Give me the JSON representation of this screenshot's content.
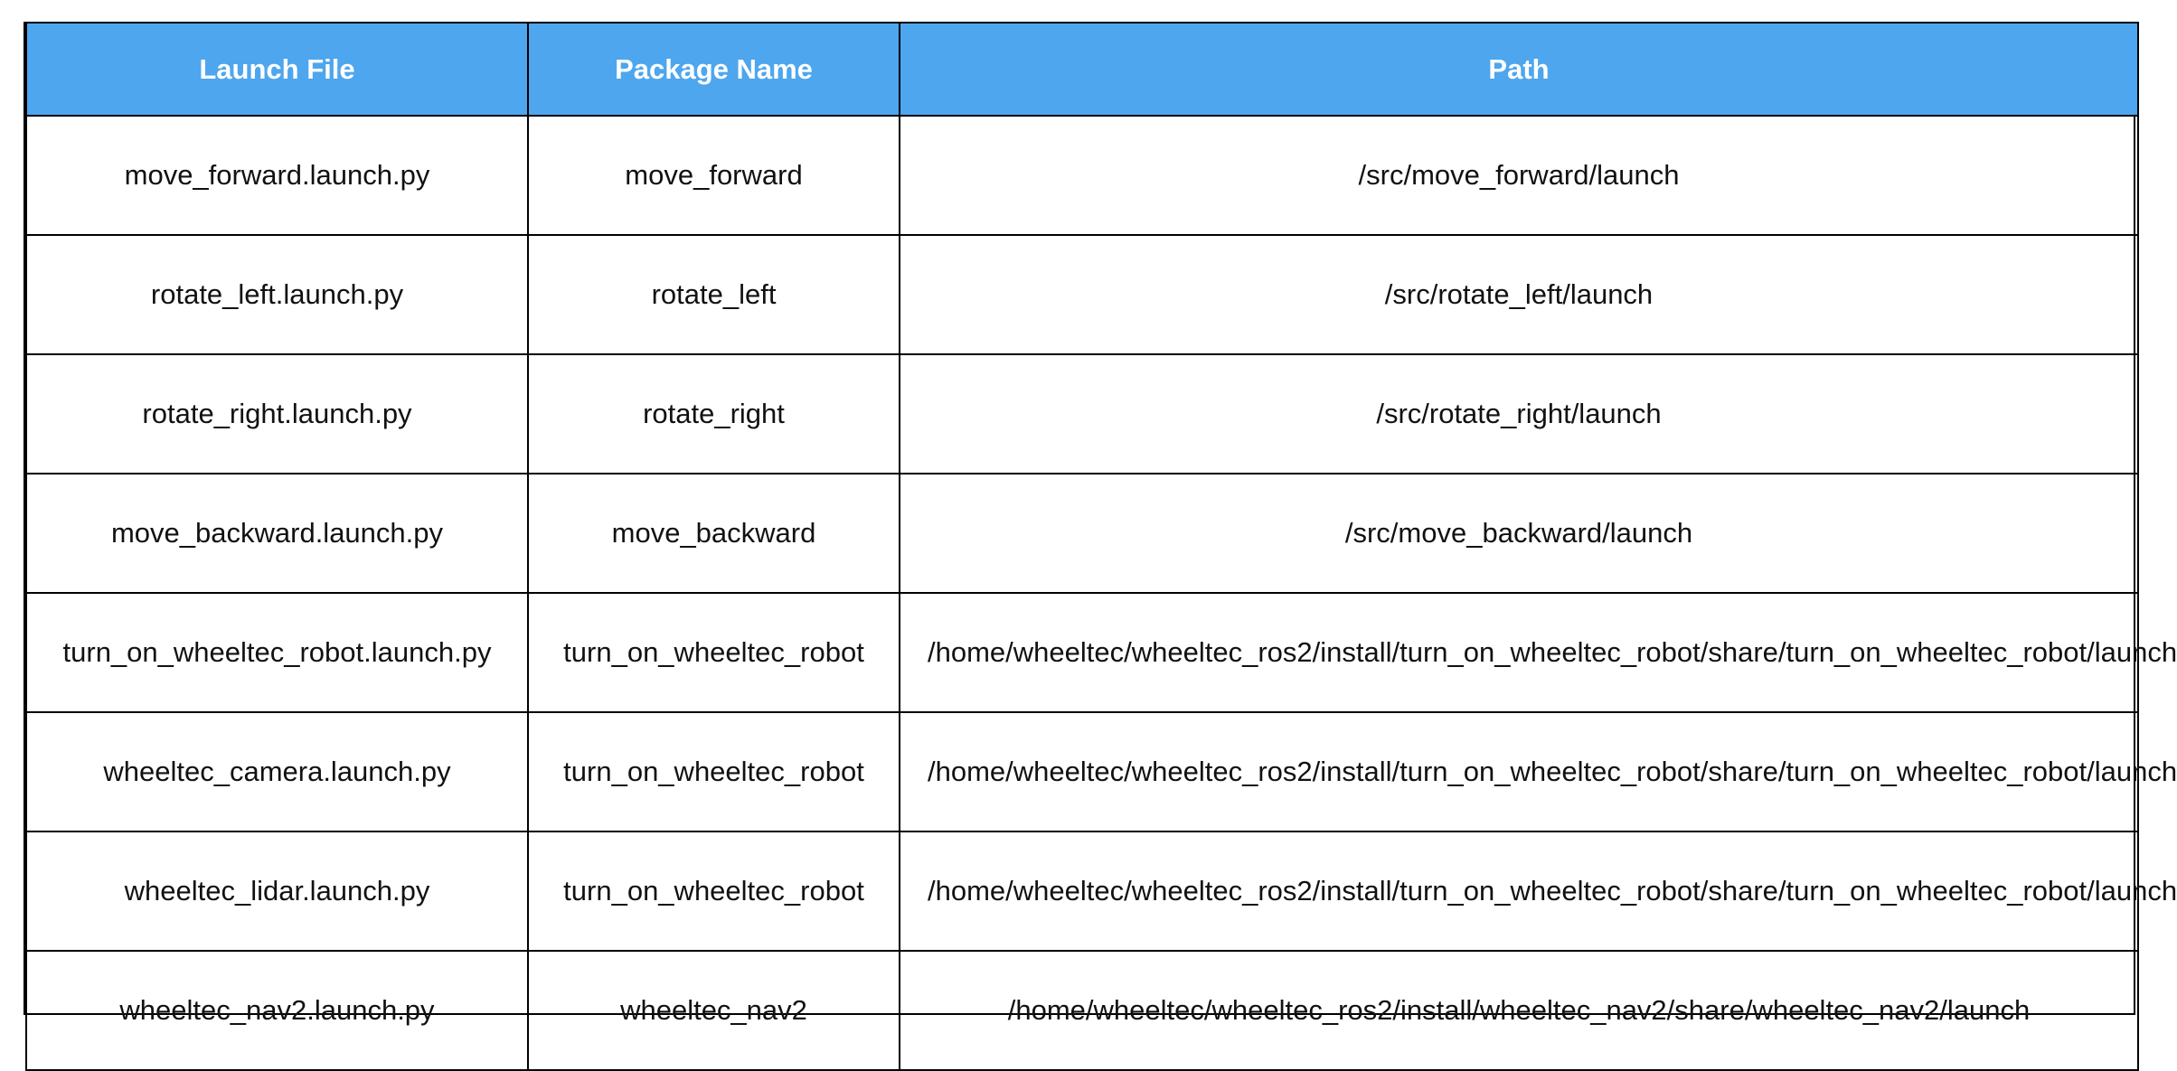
{
  "table": {
    "headers": [
      "Launch File",
      "Package Name",
      "Path"
    ],
    "rows": [
      {
        "launch_file": "move_forward.launch.py",
        "package": "move_forward",
        "path": "/src/move_forward/launch"
      },
      {
        "launch_file": "rotate_left.launch.py",
        "package": "rotate_left",
        "path": "/src/rotate_left/launch"
      },
      {
        "launch_file": "rotate_right.launch.py",
        "package": "rotate_right",
        "path": "/src/rotate_right/launch"
      },
      {
        "launch_file": "move_backward.launch.py",
        "package": "move_backward",
        "path": "/src/move_backward/launch"
      },
      {
        "launch_file": "turn_on_wheeltec_robot.launch.py",
        "package": "turn_on_wheeltec_robot",
        "path": "/home/wheeltec/wheeltec_ros2/install/turn_on_wheeltec_robot/share/turn_on_wheeltec_robot/launch"
      },
      {
        "launch_file": "wheeltec_camera.launch.py",
        "package": "turn_on_wheeltec_robot",
        "path": "/home/wheeltec/wheeltec_ros2/install/turn_on_wheeltec_robot/share/turn_on_wheeltec_robot/launch"
      },
      {
        "launch_file": "wheeltec_lidar.launch.py",
        "package": "turn_on_wheeltec_robot",
        "path": "/home/wheeltec/wheeltec_ros2/install/turn_on_wheeltec_robot/share/turn_on_wheeltec_robot/launch"
      },
      {
        "launch_file": "wheeltec_nav2.launch.py",
        "package": "wheeltec_nav2",
        "path": "/home/wheeltec/wheeltec_ros2/install/wheeltec_nav2/share/wheeltec_nav2/launch"
      }
    ]
  },
  "colors": {
    "header_background": "#4da6ee",
    "header_text": "#ffffff",
    "border": "#000000",
    "cell_text": "#111111"
  }
}
